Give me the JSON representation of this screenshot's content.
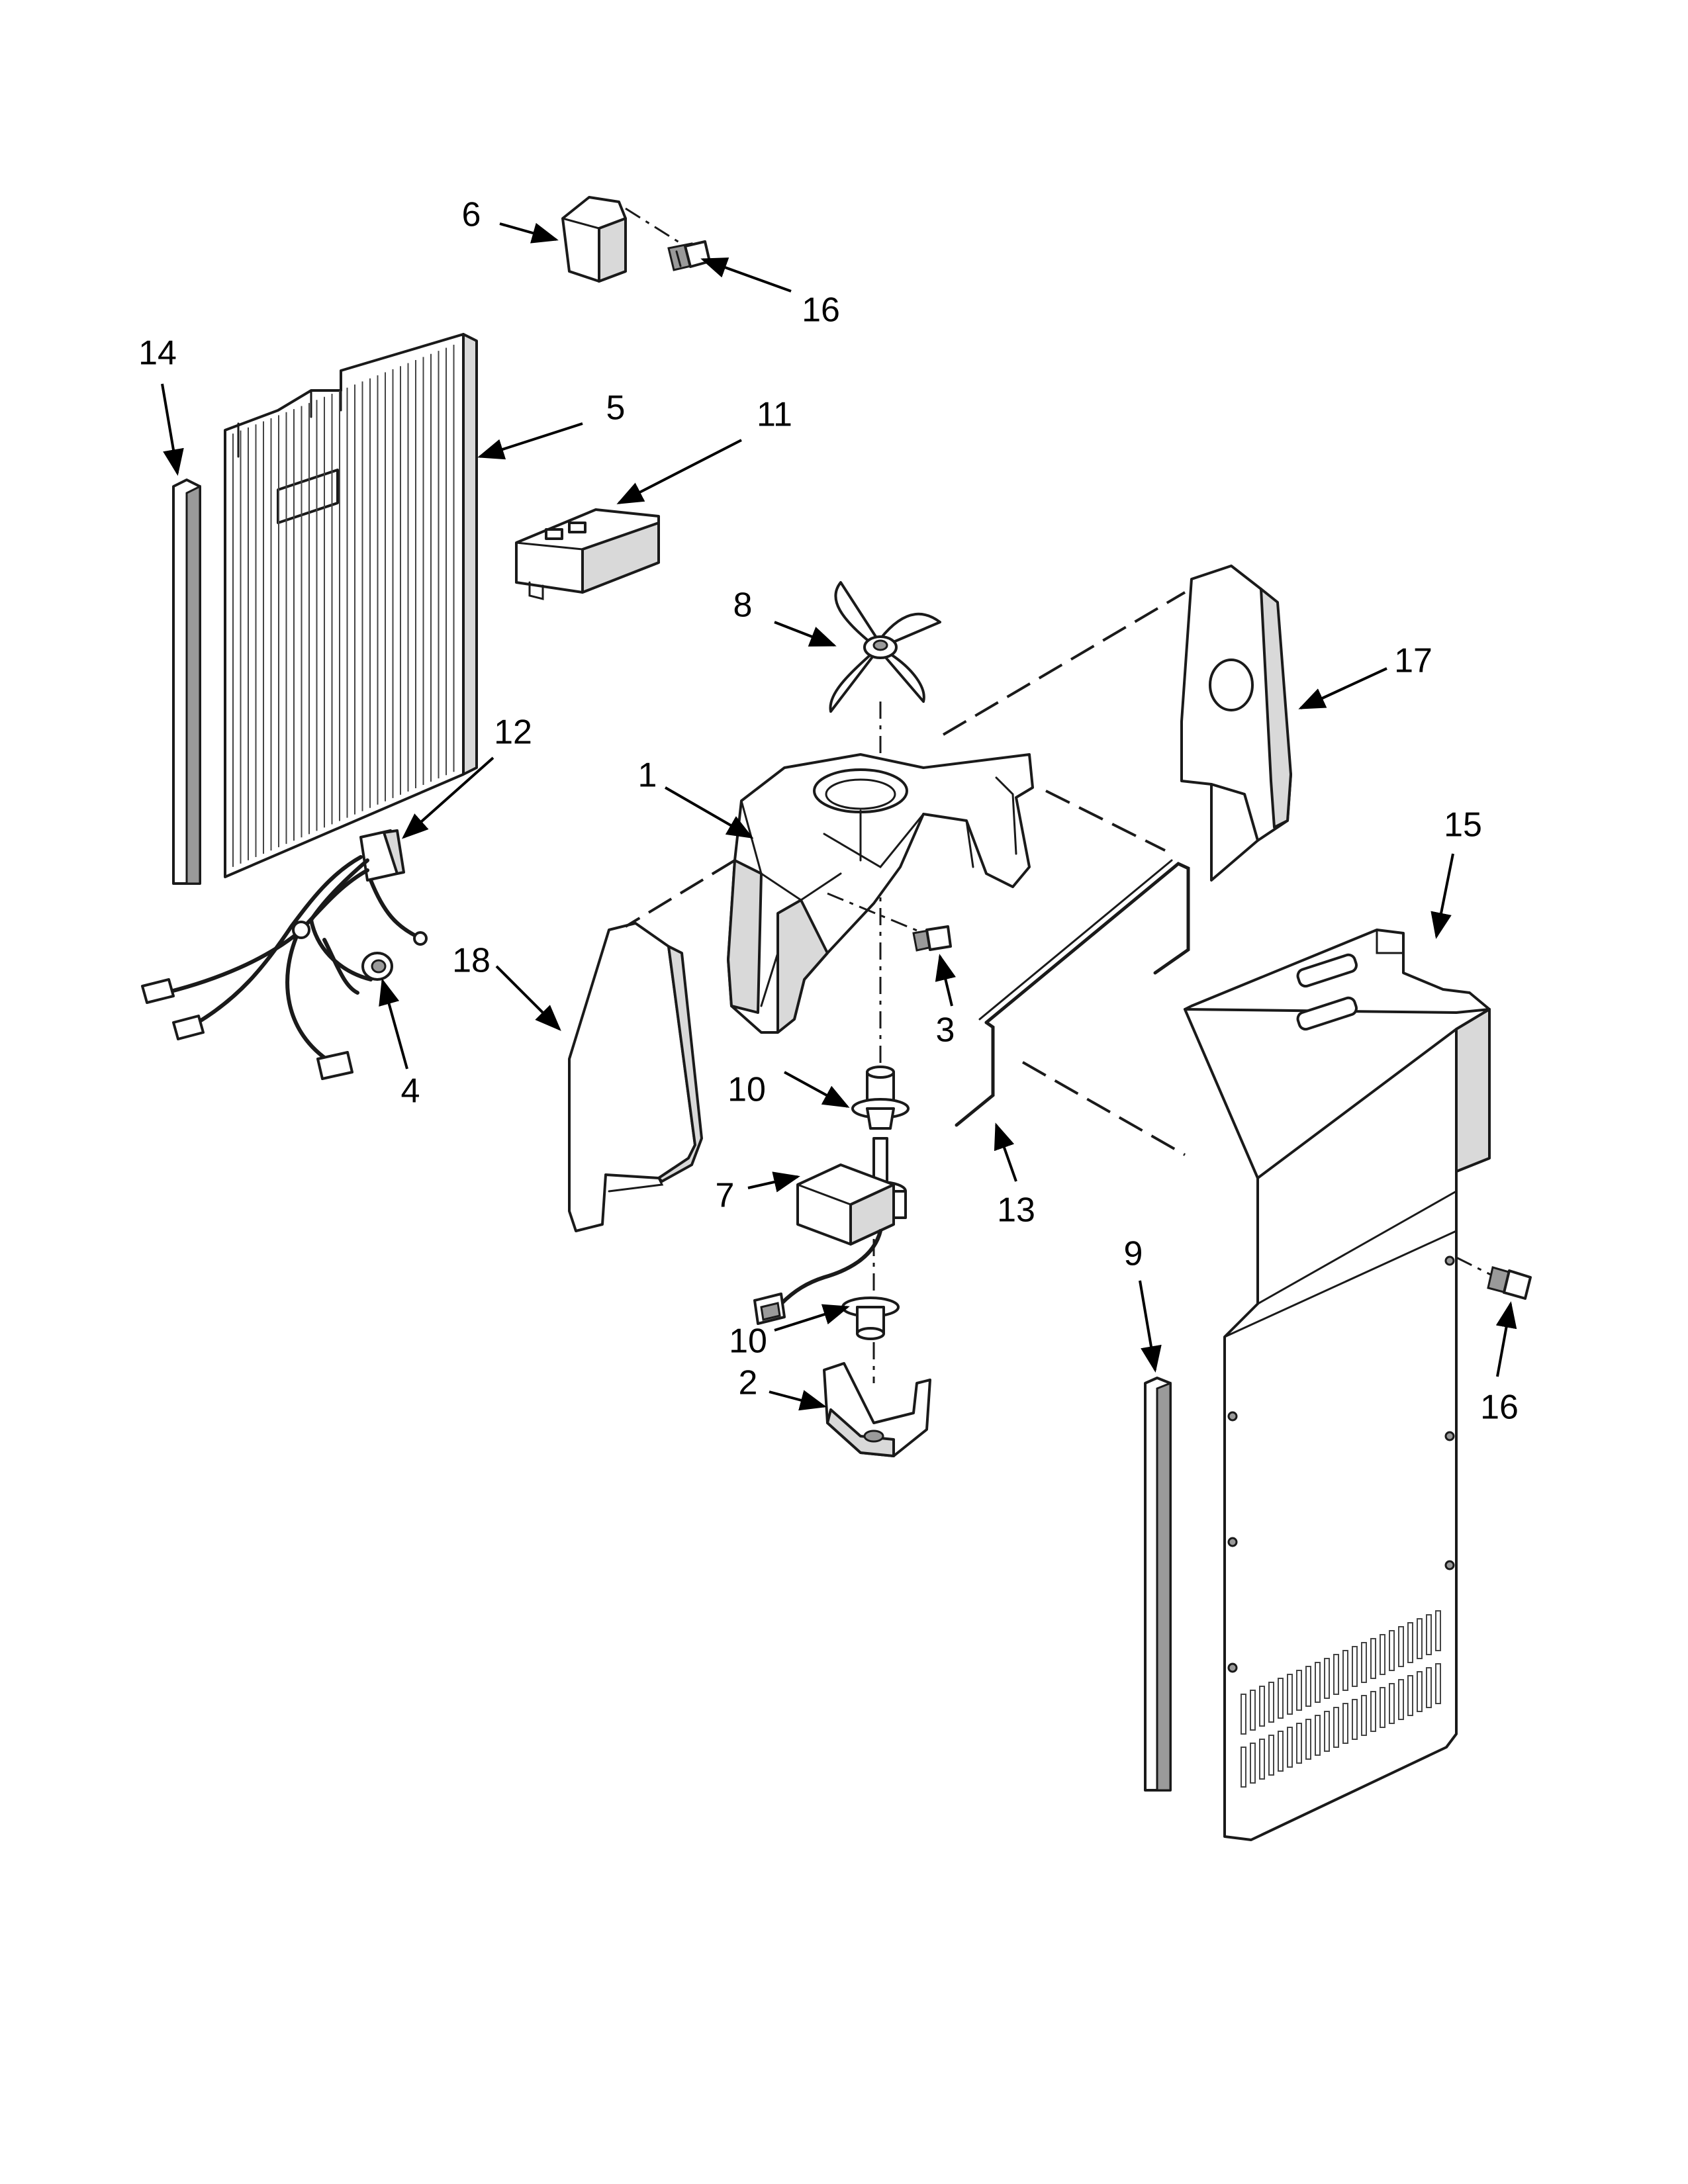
{
  "callouts": [
    {
      "id": "label-1",
      "text": "1"
    },
    {
      "id": "label-2",
      "text": "2"
    },
    {
      "id": "label-3",
      "text": "3"
    },
    {
      "id": "label-4",
      "text": "4"
    },
    {
      "id": "label-5",
      "text": "5"
    },
    {
      "id": "label-6",
      "text": "6"
    },
    {
      "id": "label-7",
      "text": "7"
    },
    {
      "id": "label-8",
      "text": "8"
    },
    {
      "id": "label-9",
      "text": "9"
    },
    {
      "id": "label-10a",
      "text": "10"
    },
    {
      "id": "label-10b",
      "text": "10"
    },
    {
      "id": "label-11",
      "text": "11"
    },
    {
      "id": "label-12",
      "text": "12"
    },
    {
      "id": "label-13",
      "text": "13"
    },
    {
      "id": "label-14",
      "text": "14"
    },
    {
      "id": "label-15",
      "text": "15"
    },
    {
      "id": "label-16a",
      "text": "16"
    },
    {
      "id": "label-16b",
      "text": "16"
    },
    {
      "id": "label-17",
      "text": "17"
    },
    {
      "id": "label-18",
      "text": "18"
    }
  ]
}
